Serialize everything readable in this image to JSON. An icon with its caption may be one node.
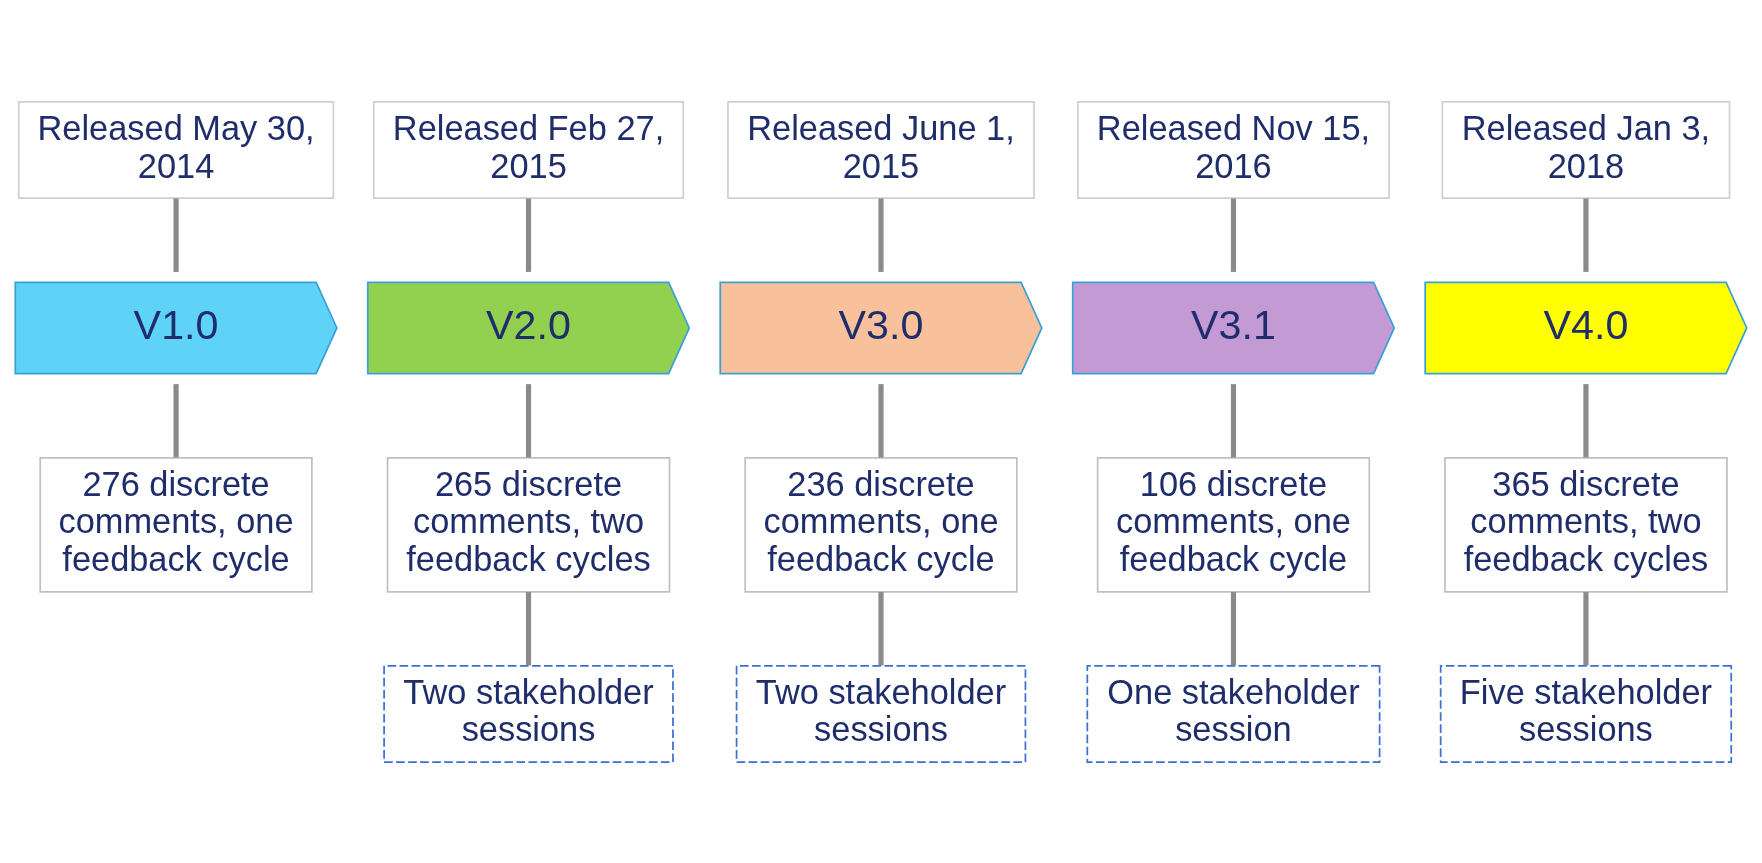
{
  "diagram": {
    "nodes": [
      {
        "text": [
          "Released May 30, 2014"
        ]
      },
      {
        "text": [
          "Released Feb 27, 2015"
        ]
      },
      {
        "text": [
          "Released June 1, 2015"
        ]
      },
      {
        "text": [
          "Released Nov 15, 2016"
        ]
      },
      {
        "text": [
          "Released Jan 3, 2018"
        ]
      },
      {
        "text": [
          "V1.0"
        ]
      },
      {
        "text": [
          "V2.0"
        ]
      },
      {
        "text": [
          "V3.0"
        ]
      },
      {
        "text": [
          "V3.1"
        ]
      },
      {
        "text": [
          "V4.0"
        ]
      },
      {
        "text": [
          "276 discrete comments, one feedback cycle"
        ]
      },
      {
        "text": [
          "265 discrete comments, two feedback cycles"
        ]
      },
      {
        "text": [
          "236 discrete comments, one feedback cycle"
        ]
      },
      {
        "text": [
          "106 discrete comments, one feedback cycle"
        ]
      },
      {
        "text": [
          "365 discrete comments, two feedback cycles"
        ]
      },
      {
        "text": [
          "Two stakeholder sessions"
        ]
      },
      {
        "text": [
          "Two stakeholder sessions"
        ]
      },
      {
        "text": [
          "One stakeholder session"
        ]
      },
      {
        "text": [
          "Five stakeholder sessions"
        ]
      }
    ],
    "edges": [
      {
        "from": 0,
        "to": 5,
        "arrow": "none"
      },
      {
        "from": 1,
        "to": 6,
        "arrow": "none"
      },
      {
        "from": 2,
        "to": 7,
        "arrow": "none"
      },
      {
        "from": 3,
        "to": 8,
        "arrow": "none"
      },
      {
        "from": 4,
        "to": 9,
        "arrow": "none"
      },
      {
        "from": 5,
        "to": 10,
        "arrow": "none"
      },
      {
        "from": 6,
        "to": 11,
        "arrow": "none"
      },
      {
        "from": 7,
        "to": 12,
        "arrow": "none"
      },
      {
        "from": 8,
        "to": 13,
        "arrow": "none"
      },
      {
        "from": 9,
        "to": 14,
        "arrow": "none"
      },
      {
        "from": 11,
        "to": 15,
        "arrow": "none"
      },
      {
        "from": 12,
        "to": 16,
        "arrow": "none"
      },
      {
        "from": 13,
        "to": 17,
        "arrow": "none"
      },
      {
        "from": 14,
        "to": 18,
        "arrow": "none"
      }
    ]
  }
}
